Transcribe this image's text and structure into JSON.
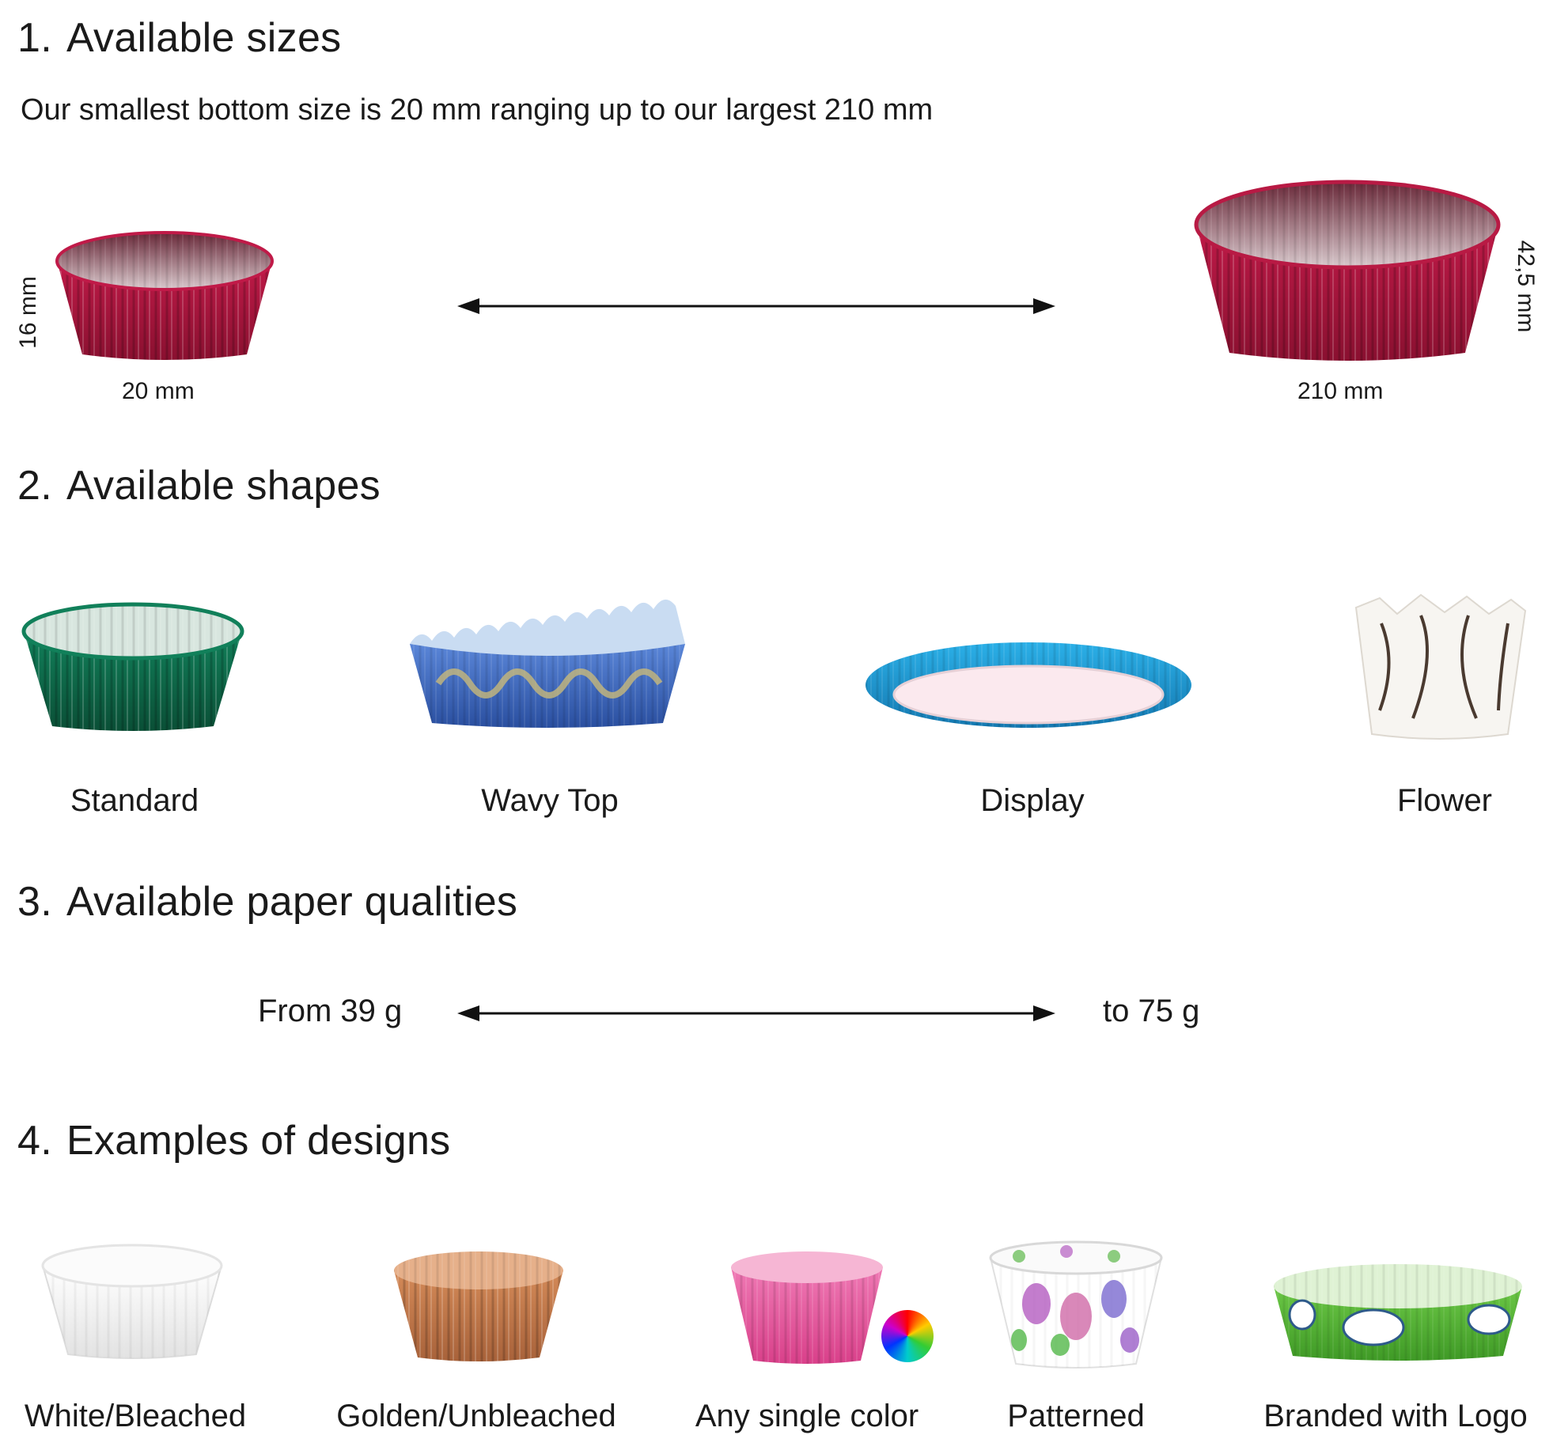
{
  "sections": {
    "sizes": {
      "number": "1.",
      "title": "Available sizes",
      "intro": "Our smallest bottom size is 20 mm ranging up to our largest 210 mm",
      "small": {
        "width_label": "20 mm",
        "height_label": "16 mm",
        "color": "#b0173f"
      },
      "large": {
        "width_label": "210 mm",
        "height_label": "42,5 mm",
        "color": "#a81a40"
      }
    },
    "shapes": {
      "number": "2.",
      "title": "Available shapes",
      "items": [
        {
          "label": "Standard",
          "color": "#0f6b4a"
        },
        {
          "label": "Wavy Top",
          "color": "#3d6cc0"
        },
        {
          "label": "Display",
          "color": "#1a9ad6"
        },
        {
          "label": "Flower",
          "color": "#f4f1ec"
        }
      ]
    },
    "paper": {
      "number": "3.",
      "title": "Available paper qualities",
      "from_label": "From 39 g",
      "to_label": "to 75 g"
    },
    "designs": {
      "number": "4.",
      "title": "Examples of designs",
      "items": [
        {
          "label": "White/Bleached",
          "color": "#f4f4f4"
        },
        {
          "label": "Golden/Unbleached",
          "color": "#c98150"
        },
        {
          "label": "Any single color",
          "color": "#e85aa0",
          "icon": "color-wheel-icon"
        },
        {
          "label": "Patterned",
          "color": "#ffffff"
        },
        {
          "label": "Branded with Logo",
          "color": "#5cb83a"
        }
      ]
    }
  }
}
